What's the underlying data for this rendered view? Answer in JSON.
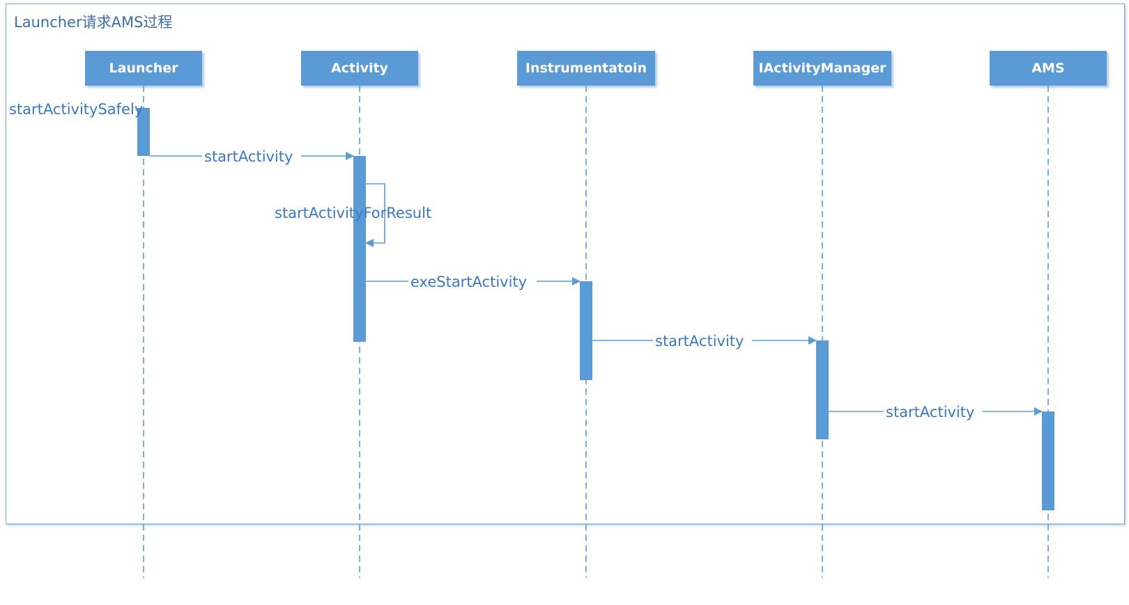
{
  "frame": {
    "title": "Launcher请求AMS过程"
  },
  "actors": [
    {
      "id": "launcher",
      "label": "Launcher"
    },
    {
      "id": "activity",
      "label": "Activity"
    },
    {
      "id": "instrumentation",
      "label": "Instrumentatoin"
    },
    {
      "id": "iactivitymanager",
      "label": "IActivityManager"
    },
    {
      "id": "ams",
      "label": "AMS"
    }
  ],
  "messages": [
    {
      "id": "m0",
      "from": null,
      "to": "launcher",
      "label": "startActivitySafely",
      "kind": "found"
    },
    {
      "id": "m1",
      "from": "launcher",
      "to": "activity",
      "label": "startActivity",
      "kind": "call"
    },
    {
      "id": "m2",
      "from": "activity",
      "to": "activity",
      "label": "startActivityForResult",
      "kind": "self"
    },
    {
      "id": "m3",
      "from": "activity",
      "to": "instrumentation",
      "label": "exeStartActivity",
      "kind": "call"
    },
    {
      "id": "m4",
      "from": "instrumentation",
      "to": "iactivitymanager",
      "label": "startActivity",
      "kind": "call"
    },
    {
      "id": "m5",
      "from": "iactivitymanager",
      "to": "ams",
      "label": "startActivity",
      "kind": "call"
    }
  ],
  "colors": {
    "accent": "#5b9bd5",
    "line": "#5b9bd5",
    "text": "#3a78c0"
  }
}
